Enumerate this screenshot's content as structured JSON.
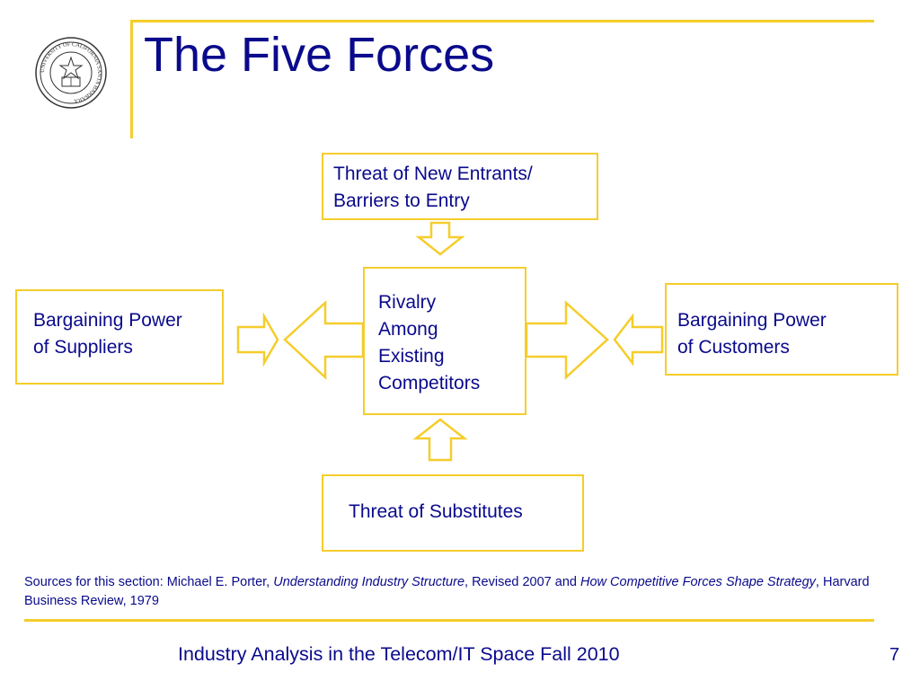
{
  "slide": {
    "title": "The Five Forces",
    "seal_text": "UNIVERSITY OF CALIFORNIA SANTA BARBARA",
    "accent_color": "#f5cd2b",
    "text_color": "#0a0a8c"
  },
  "forces": {
    "new_entrants": [
      "Threat of New Entrants/",
      "Barriers to Entry"
    ],
    "rivalry": [
      "Rivalry",
      "Among",
      "Existing",
      "Competitors"
    ],
    "suppliers": [
      "Bargaining Power",
      "of Suppliers"
    ],
    "customers": [
      "Bargaining Power",
      "of Customers"
    ],
    "substitutes": [
      "Threat of Substitutes"
    ]
  },
  "sources": {
    "prefix": "Sources for this section: Michael E. Porter, ",
    "work1": "Understanding Industry Structure",
    "middle": ", Revised 2007 and ",
    "work2": "How Competitive Forces Shape Strategy",
    "suffix": ", Harvard Business Review, 1979"
  },
  "footer": {
    "text": "Industry Analysis in the Telecom/IT Space Fall 2010",
    "page_number": "7"
  }
}
